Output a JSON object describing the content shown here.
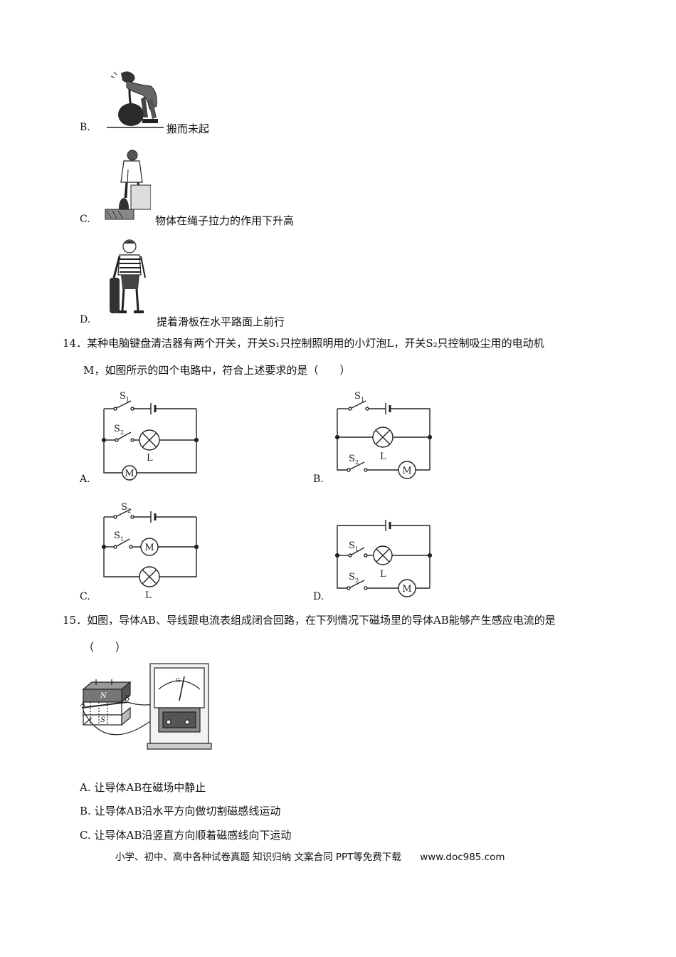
{
  "q13": {
    "options": [
      {
        "letter": "B.",
        "text": "搬而未起",
        "icon": "person-lifting-heavy-object-picture"
      },
      {
        "letter": "C.",
        "text": "物体在绳子拉力的作用下升高",
        "icon": "person-pulling-rope-picture"
      },
      {
        "letter": "D.",
        "text": "提着滑板在水平路面上前行",
        "icon": "boy-carrying-skateboard-picture"
      }
    ]
  },
  "q14": {
    "number": "14．",
    "line1": "某种电脑键盘清洁器有两个开关，开关S₁只控制照明用的小灯泡L，开关S₂只控制吸尘用的电动机",
    "line2": "M，如图所示的四个电路中，符合上述要求的是（　　）",
    "circuits": [
      {
        "letter": "A.",
        "top_switch": "S1",
        "mid_switch": "S2",
        "mid_device": "L",
        "bottom_switch": "",
        "bottom_device": "M"
      },
      {
        "letter": "B.",
        "top_switch": "S1",
        "mid_switch": "",
        "mid_device": "L",
        "bottom_switch": "S2",
        "bottom_device": "M"
      },
      {
        "letter": "C.",
        "top_switch": "S2",
        "mid_switch": "S1",
        "mid_device": "M",
        "bottom_switch": "",
        "bottom_device": "L"
      },
      {
        "letter": "D.",
        "top_switch": "",
        "mid_switch": "S1",
        "mid_device": "L",
        "bottom_switch": "S2",
        "bottom_device": "M"
      }
    ],
    "labels": {
      "S": "S",
      "one": "1",
      "two": "2",
      "L": "L",
      "M": "M"
    }
  },
  "q15": {
    "number": "15．",
    "line1": "如图，导体AB、导线跟电流表组成闭合回路，在下列情况下磁场里的导体AB能够产生感应电流的是",
    "line2": "（　　）",
    "figure_labels": {
      "N": "N",
      "S": "S",
      "A": "A",
      "B": "B",
      "G": "G"
    },
    "options": [
      {
        "letter": "A.",
        "text": "让导体AB在磁场中静止"
      },
      {
        "letter": "B.",
        "text": "让导体AB沿水平方向做切割磁感线运动"
      },
      {
        "letter": "C.",
        "text": "让导体AB沿竖直方向顺着磁感线向下运动"
      }
    ]
  },
  "footer": {
    "text": "小学、初中、高中各种试卷真题  知识归纳  文案合同  PPT等免费下载",
    "url": "www.doc985.com"
  }
}
